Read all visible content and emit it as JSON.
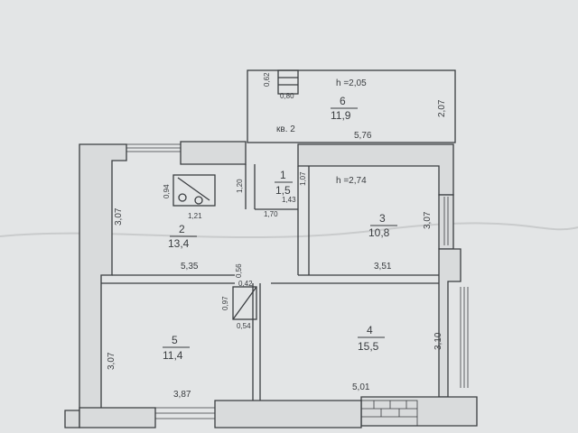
{
  "colors": {
    "paper": "#e3e5e6",
    "wall": "#d9dbdc",
    "ink": "#3a3d40"
  },
  "apartment_label": "кв. 2",
  "rooms": [
    {
      "id": "1",
      "area": "1,5"
    },
    {
      "id": "2",
      "area": "13,4"
    },
    {
      "id": "3",
      "area": "10,8"
    },
    {
      "id": "4",
      "area": "15,5"
    },
    {
      "id": "5",
      "area": "11,4"
    },
    {
      "id": "6",
      "area": "11,9"
    }
  ],
  "heights": {
    "room6": "h =2,05",
    "room3": "h =2,74"
  },
  "dimensions": {
    "r6_top_left": "0,62",
    "r6_window": "0,80",
    "r6_width": "5,76",
    "r6_height": "2,07",
    "r1_left": "1,20",
    "r1_right": "1,07",
    "r1_mid": "1,43",
    "r1_bottom": "1,70",
    "r2_height": "3,07",
    "r2_width": "5,35",
    "stove_h": "0,94",
    "stove_w": "1,21",
    "r3_width": "3,51",
    "r3_height": "3,07",
    "closet_a": "0,56",
    "closet_b": "0,42",
    "closet_c": "0,97",
    "closet_d": "0,54",
    "r5_height": "3,07",
    "r5_width": "3,87",
    "r4_width": "5,01",
    "r4_height": "3,10"
  }
}
